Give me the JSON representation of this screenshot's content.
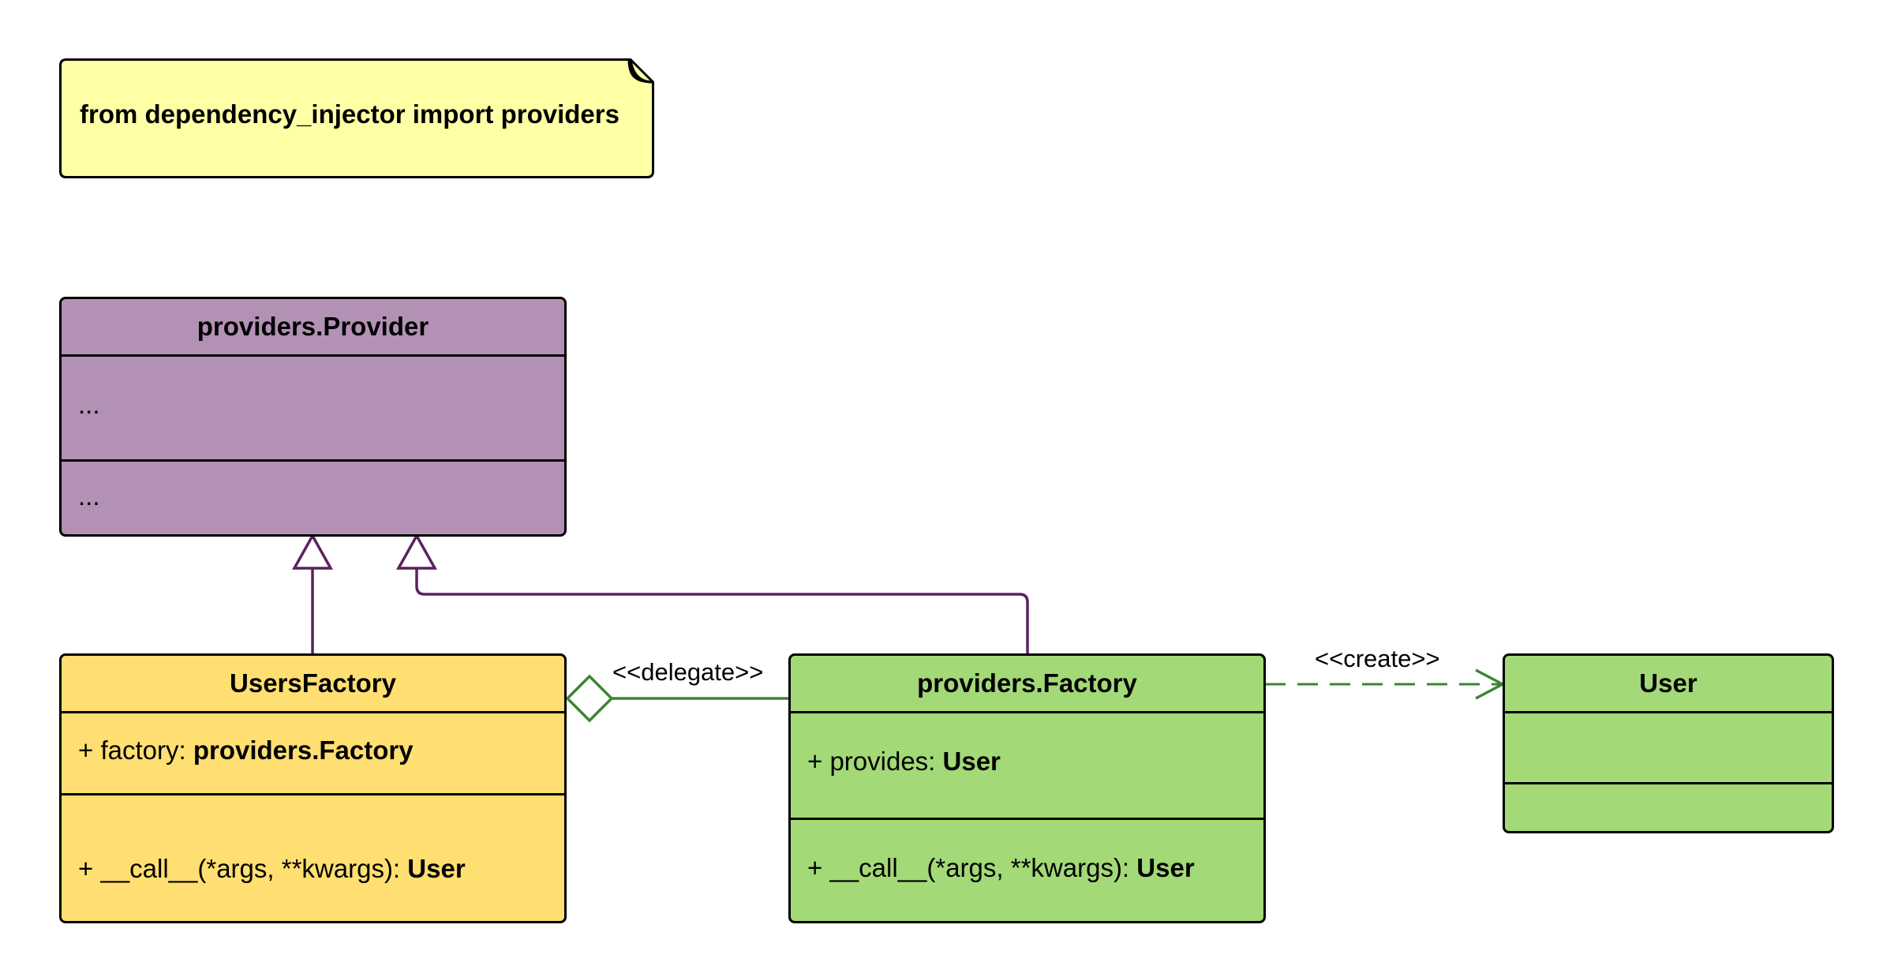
{
  "note": {
    "text": "from dependency_injector import providers"
  },
  "classes": {
    "provider": {
      "name": "providers.Provider",
      "attributes": "...",
      "methods": "..."
    },
    "users_factory": {
      "name": "UsersFactory",
      "attribute_prefix": "+ factory: ",
      "attribute_type": "providers.Factory",
      "method_prefix": "+ __call__(*args, **kwargs): ",
      "method_type": "User"
    },
    "factory": {
      "name": "providers.Factory",
      "attribute_prefix": "+ provides: ",
      "attribute_type": "User",
      "method_prefix": "+ __call__(*args, **kwargs): ",
      "method_type": "User"
    },
    "user": {
      "name": "User"
    }
  },
  "relations": {
    "delegate_label": "<<delegate>>",
    "create_label": "<<create>>"
  },
  "colors": {
    "note_fill": "#ffffa6",
    "provider_fill": "#b391b5",
    "users_factory_fill": "#ffdf71",
    "factory_fill": "#a3d977",
    "user_fill": "#a3d977",
    "inheritance_line": "#5b2160",
    "association_line": "#3c8534"
  }
}
